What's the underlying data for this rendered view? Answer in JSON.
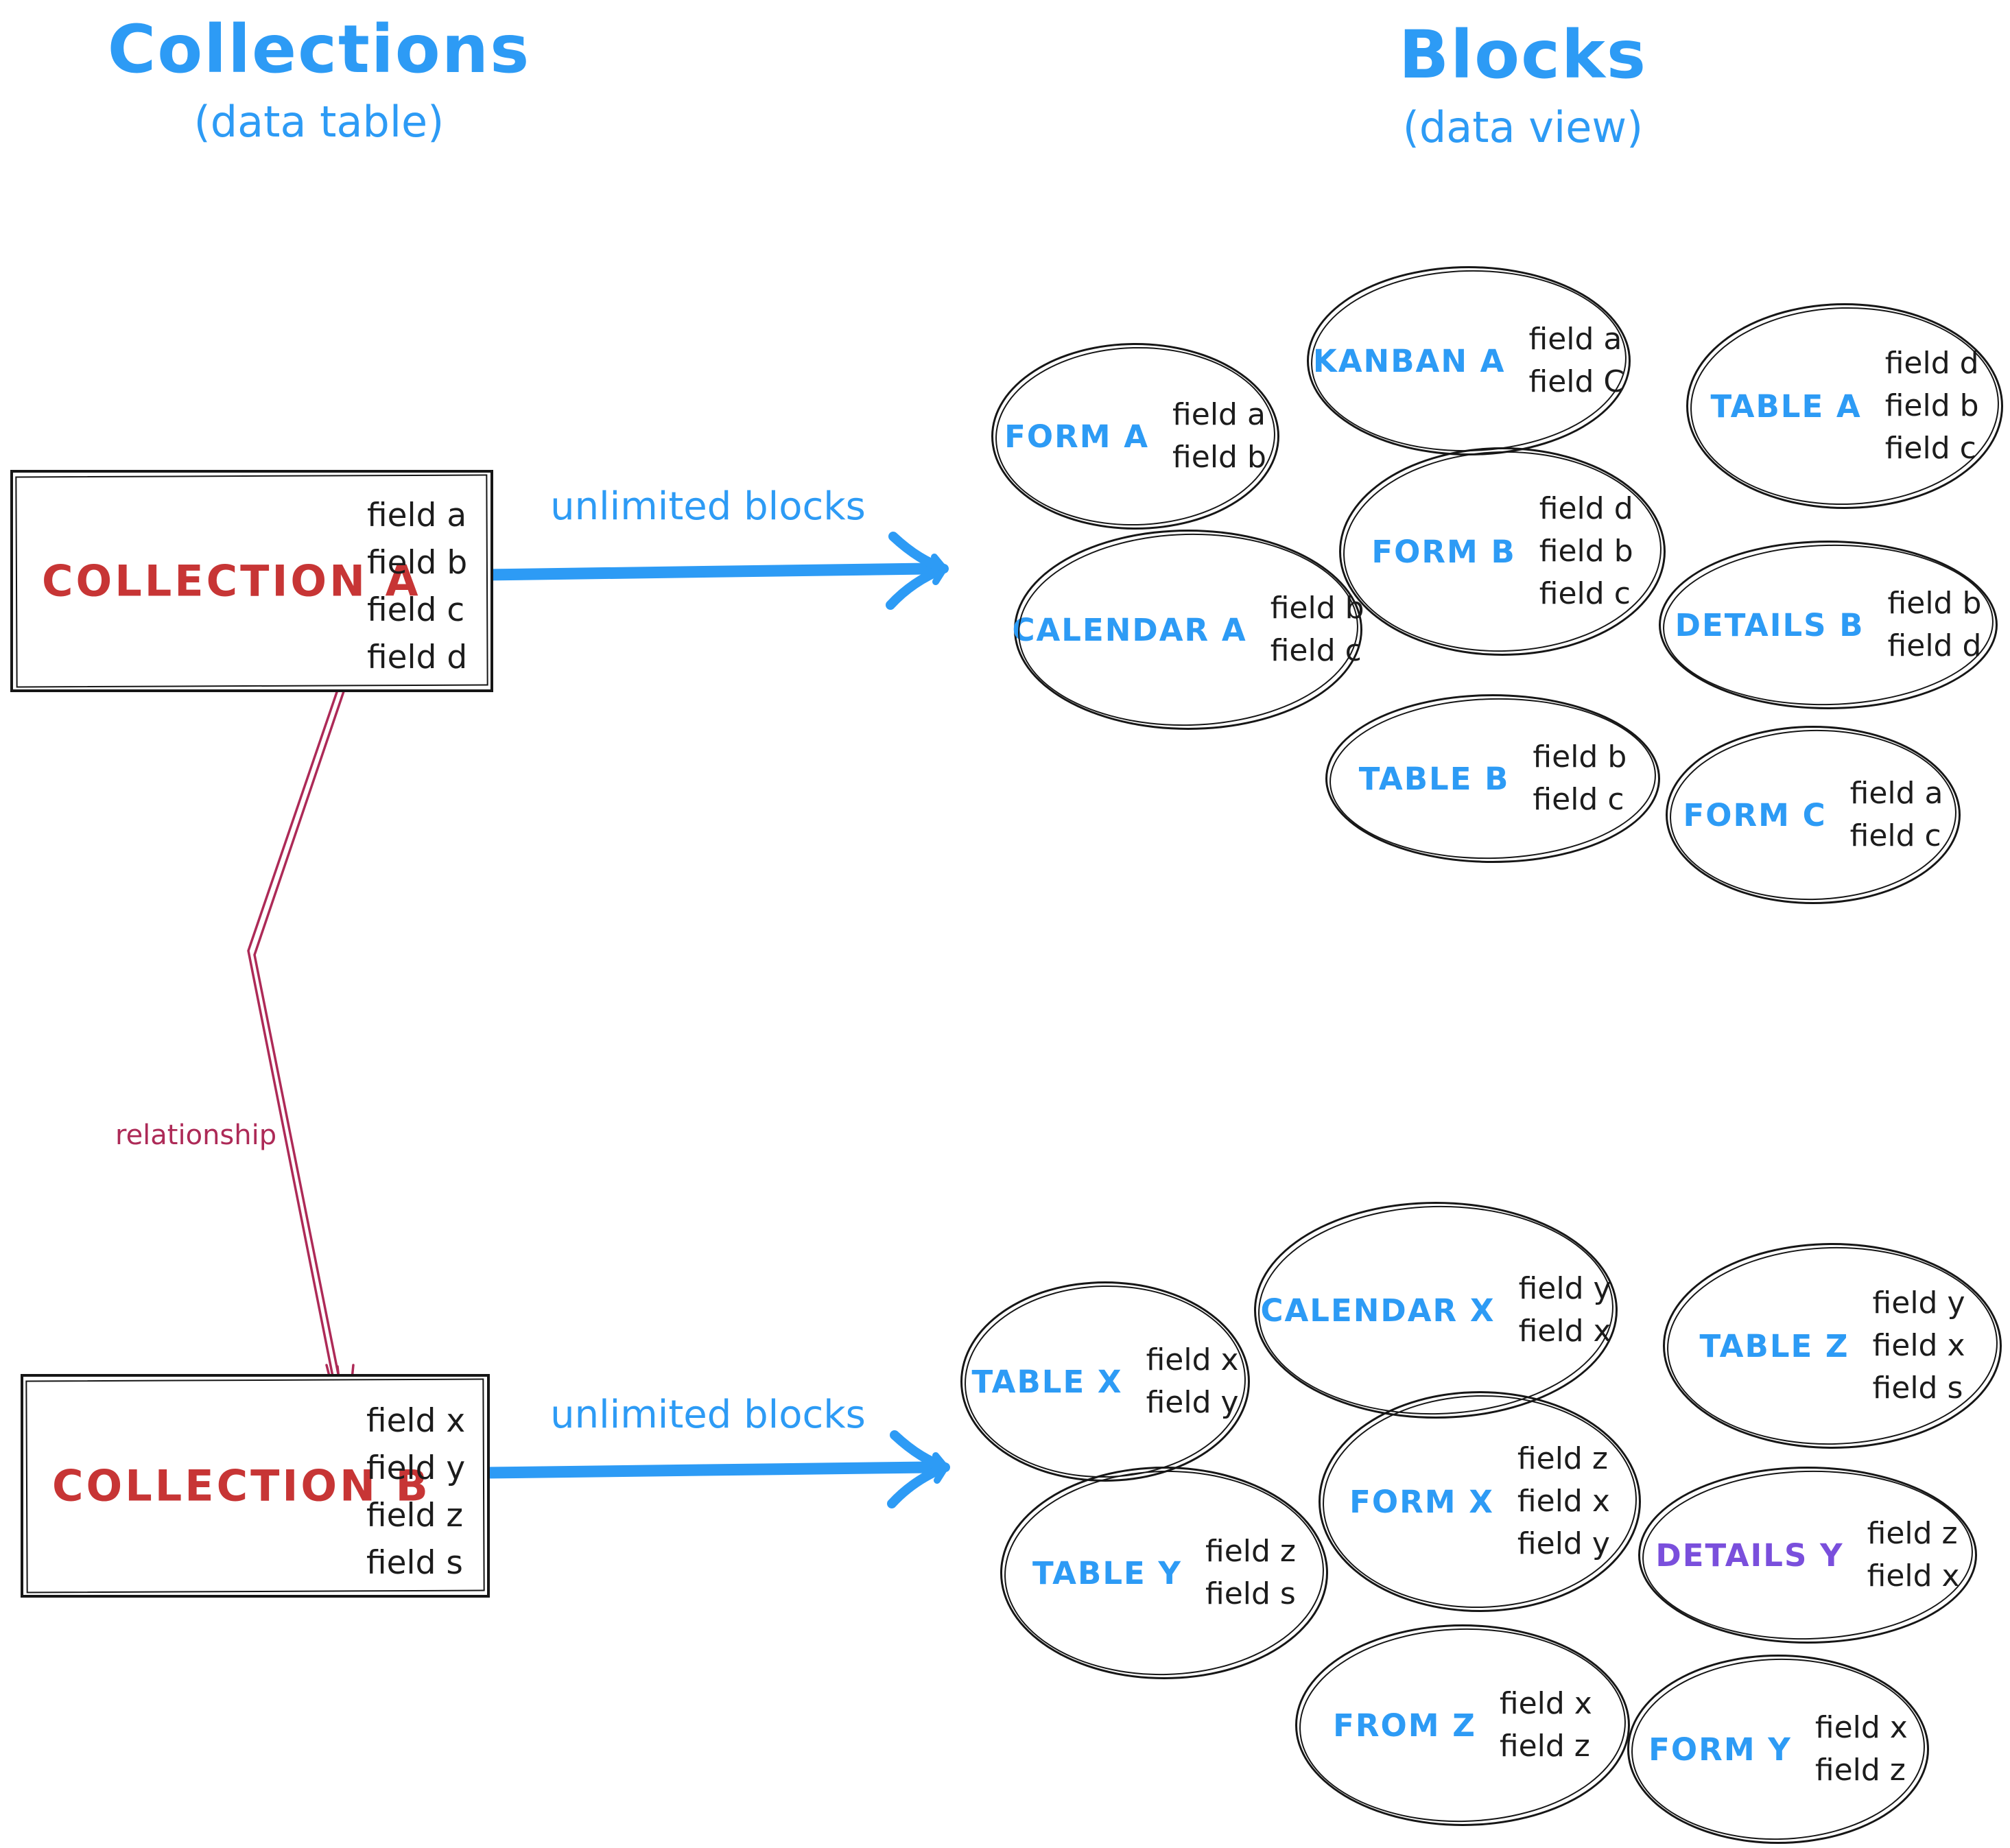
{
  "columns": {
    "left": {
      "title": "Collections",
      "subtitle": "(data table)"
    },
    "right": {
      "title": "Blocks",
      "subtitle": "(data view)"
    }
  },
  "collections": [
    {
      "name": "COLLECTION A",
      "fields": [
        "field a",
        "field b",
        "field c",
        "field d"
      ]
    },
    {
      "name": "COLLECTION B",
      "fields": [
        "field x",
        "field y",
        "field z",
        "field s"
      ]
    }
  ],
  "arrows": [
    {
      "label": "unlimited blocks"
    },
    {
      "label": "unlimited blocks"
    }
  ],
  "relationship": {
    "label": "relationship"
  },
  "blocks_top": [
    {
      "name": "FORM A",
      "fields": [
        "field a",
        "field b"
      ]
    },
    {
      "name": "KANBAN A",
      "fields": [
        "field a",
        "field C"
      ]
    },
    {
      "name": "TABLE A",
      "fields": [
        "field d",
        "field b",
        "field c"
      ]
    },
    {
      "name": "CALENDAR A",
      "fields": [
        "field b",
        "field c"
      ]
    },
    {
      "name": "FORM B",
      "fields": [
        "field d",
        "field b",
        "field c"
      ]
    },
    {
      "name": "DETAILS B",
      "fields": [
        "field b",
        "field d"
      ]
    },
    {
      "name": "TABLE B",
      "fields": [
        "field b",
        "field c"
      ]
    },
    {
      "name": "FORM C",
      "fields": [
        "field a",
        "field c"
      ]
    }
  ],
  "blocks_bottom": [
    {
      "name": "TABLE X",
      "fields": [
        "field x",
        "field y"
      ]
    },
    {
      "name": "CALENDAR X",
      "fields": [
        "field y",
        "field x"
      ]
    },
    {
      "name": "TABLE Z",
      "fields": [
        "field y",
        "field x",
        "field s"
      ]
    },
    {
      "name": "TABLE Y",
      "fields": [
        "field z",
        "field s"
      ]
    },
    {
      "name": "FORM X",
      "fields": [
        "field z",
        "field x",
        "field y"
      ]
    },
    {
      "name": "DETAILS Y",
      "fields": [
        "field z",
        "field x"
      ]
    },
    {
      "name": "FROM Z",
      "fields": [
        "field x",
        "field z"
      ]
    },
    {
      "name": "FORM Y",
      "fields": [
        "field x",
        "field z"
      ]
    }
  ],
  "colors": {
    "accent_blue": "#2d9bf5",
    "collection_red": "#c73535",
    "relationship_crimson": "#ad2a57",
    "details_purple": "#7a4fdc",
    "ink": "#161616"
  }
}
